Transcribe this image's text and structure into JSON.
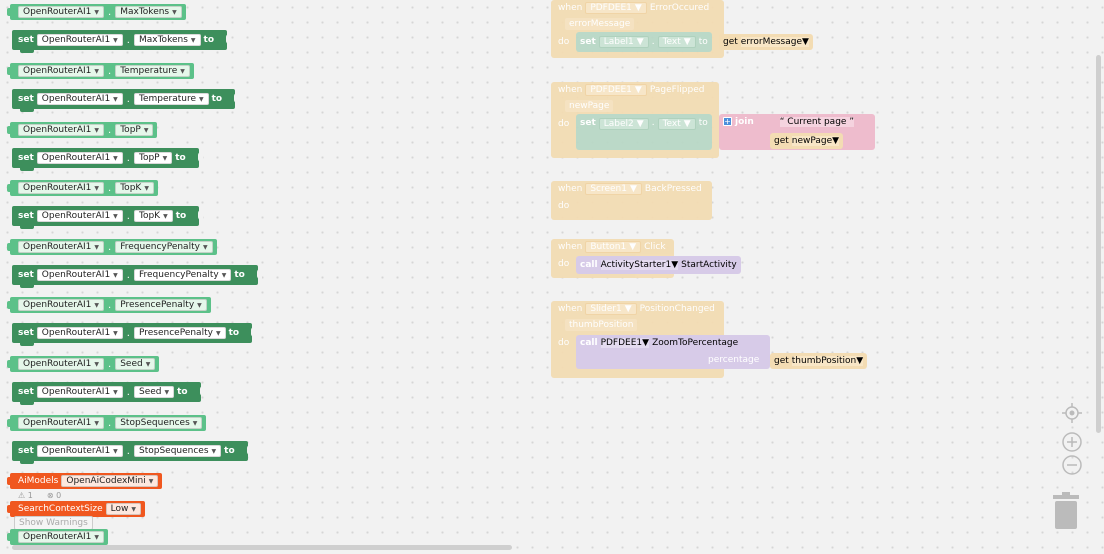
{
  "component": "OpenRouterAI1",
  "words": {
    "set": "set",
    "to": "to",
    "dot": ".",
    "when": "when",
    "do": "do",
    "call": "call",
    "get": "get",
    "join": "join"
  },
  "properties": [
    "MaxTokens",
    "Temperature",
    "TopP",
    "TopK",
    "FrequencyPenalty",
    "PresencePenalty",
    "Seed",
    "StopSequences"
  ],
  "ai_models": {
    "label": "AiModels",
    "value": "OpenAiCodexMini"
  },
  "search_context": {
    "label": "SearchContextSize",
    "value": "Low"
  },
  "bottom_getter": {
    "component": "OpenRouterAI1"
  },
  "events": {
    "e1": {
      "component": "PDFDEE1",
      "event": "ErrorOccured",
      "param": "errorMessage",
      "set_comp": "Label1",
      "set_prop": "Text",
      "get_var": "errorMessage"
    },
    "e2": {
      "component": "PDFDEE1",
      "event": "PageFlipped",
      "param": "newPage",
      "set_comp": "Label2",
      "set_prop": "Text",
      "text_value": "Current page",
      "get_var": "newPage"
    },
    "e3": {
      "component": "Screen1",
      "event": "BackPressed"
    },
    "e4": {
      "component": "Button1",
      "event": "Click",
      "call_comp": "ActivityStarter1",
      "method": "StartActivity"
    },
    "e5": {
      "component": "Slider1",
      "event": "PositionChanged",
      "param": "thumbPosition",
      "call_comp": "PDFDEE1",
      "method": "ZoomToPercentage",
      "arg_label": "percentage",
      "get_var": "thumbPosition"
    }
  },
  "warnings": {
    "warn_count": "1",
    "error_count": "0",
    "button_label": "Show Warnings"
  },
  "icons": {
    "warning": "warning-triangle-icon",
    "error": "error-x-icon",
    "center": "crosshair-icon",
    "zoom_in": "zoom-in-icon",
    "zoom_out": "zoom-out-icon",
    "trash": "trash-icon"
  },
  "colors": {
    "getter": "#5cc189",
    "setter": "#3d8f5c",
    "orange": "#f0571f",
    "event": "#f3dcb3",
    "workspace": "#f2f2f2"
  }
}
